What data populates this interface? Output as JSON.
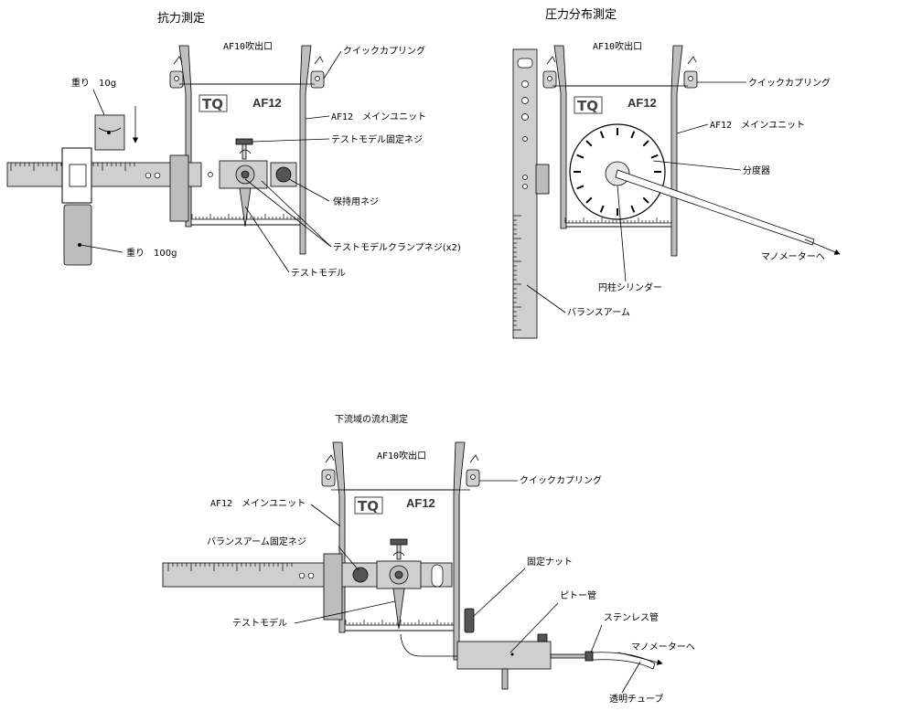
{
  "drag": {
    "title": "抗力測定",
    "outlet": "AF10吹出口",
    "coupling": "クイックカプリング",
    "model_badge": "AF12",
    "main_unit": "AF12　メインユニット",
    "fix_screw": "テストモデル固定ネジ",
    "hold_screw": "保持用ネジ",
    "clamp_screw": "テストモデルクランプネジ(x2)",
    "test_model": "テストモデル",
    "weight_small": "重り　10g",
    "weight_large": "重り　100g"
  },
  "pressure": {
    "title": "圧力分布測定",
    "outlet": "AF10吹出口",
    "coupling": "クイックカプリング",
    "model_badge": "AF12",
    "main_unit": "AF12　メインユニット",
    "protractor": "分度器",
    "manometer": "マノメーターへ",
    "cylinder": "円柱シリンダー",
    "balance_arm": "バランスアーム"
  },
  "wake": {
    "title": "下流域の流れ測定",
    "outlet": "AF10吹出口",
    "coupling": "クイックカプリング",
    "model_badge": "AF12",
    "main_unit": "AF12　メインユニット",
    "arm_screw": "バランスアーム固定ネジ",
    "fixed_nut": "固定ナット",
    "pitot": "ピトー管",
    "stainless": "ステンレス管",
    "manometer": "マノメーターへ",
    "test_model": "テストモデル",
    "tube": "透明チューブ"
  },
  "logo_text": "TQ"
}
